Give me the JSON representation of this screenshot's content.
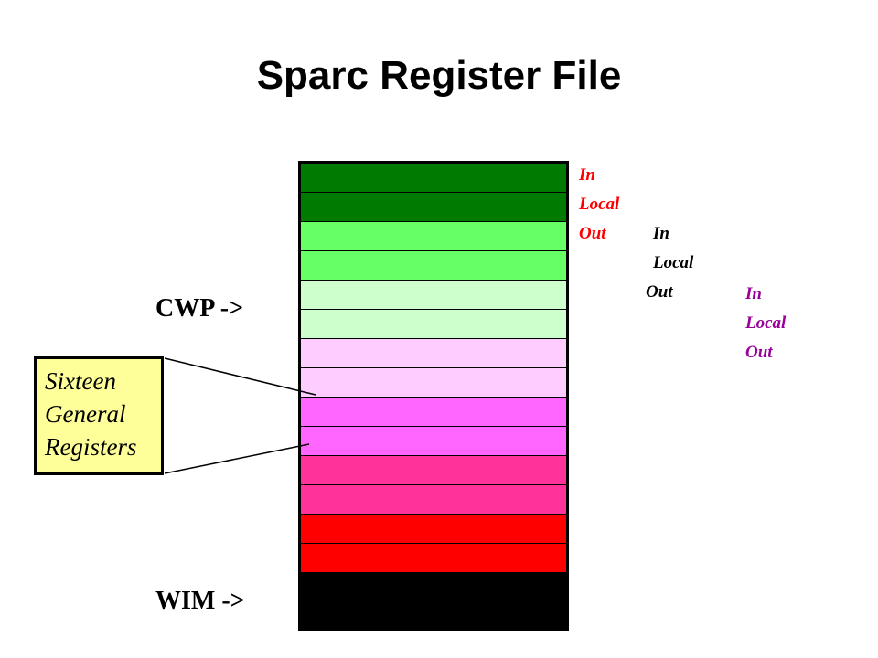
{
  "title": "Sparc Register File",
  "cwp_label": "CWP ->",
  "wim_label": "WIM ->",
  "callout": {
    "lines": [
      "Sixteen",
      "General",
      "Registers"
    ]
  },
  "windows": [
    {
      "color": "#ff0000",
      "lines": [
        "In",
        "Local",
        "Out"
      ]
    },
    {
      "color": "#000000",
      "lines": [
        "In",
        "Local",
        "Out"
      ]
    },
    {
      "color": "#990099",
      "lines": [
        "In",
        "Local",
        "Out"
      ]
    }
  ],
  "registers": [
    "#007a00",
    "#007a00",
    "#66ff66",
    "#66ff66",
    "#ccffcc",
    "#ccffcc",
    "#ffccff",
    "#ffccff",
    "#ff66ff",
    "#ff66ff",
    "#ff3399",
    "#ff3399",
    "#ff0000",
    "#ff0000",
    "#000000",
    "#000000"
  ]
}
